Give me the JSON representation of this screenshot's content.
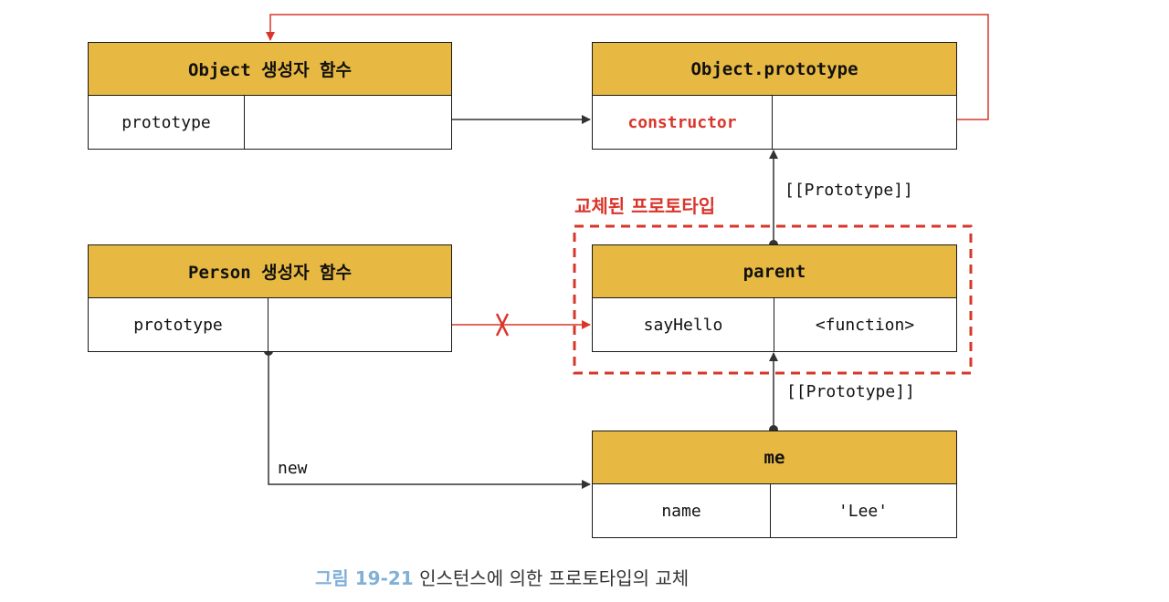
{
  "object_ctor": {
    "title": "Object 생성자 함수",
    "key": "prototype"
  },
  "object_proto": {
    "title": "Object.prototype",
    "key": "constructor"
  },
  "person_ctor": {
    "title": "Person 생성자 함수",
    "key": "prototype"
  },
  "parent": {
    "title": "parent",
    "key": "sayHello",
    "value": "<function>"
  },
  "me": {
    "title": "me",
    "key": "name",
    "value": "'Lee'"
  },
  "labels": {
    "replaced": "교체된 프로토타입",
    "proto_link_top": "[[Prototype]]",
    "proto_link_bottom": "[[Prototype]]",
    "new": "new"
  },
  "caption": {
    "number": "그림 19-21",
    "text": "인스턴스에 의한 프로토타입의 교체"
  },
  "colors": {
    "header": "#e8b942",
    "accent_red": "#d9362b",
    "line": "#333333",
    "caption_num": "#7fb0d8"
  }
}
